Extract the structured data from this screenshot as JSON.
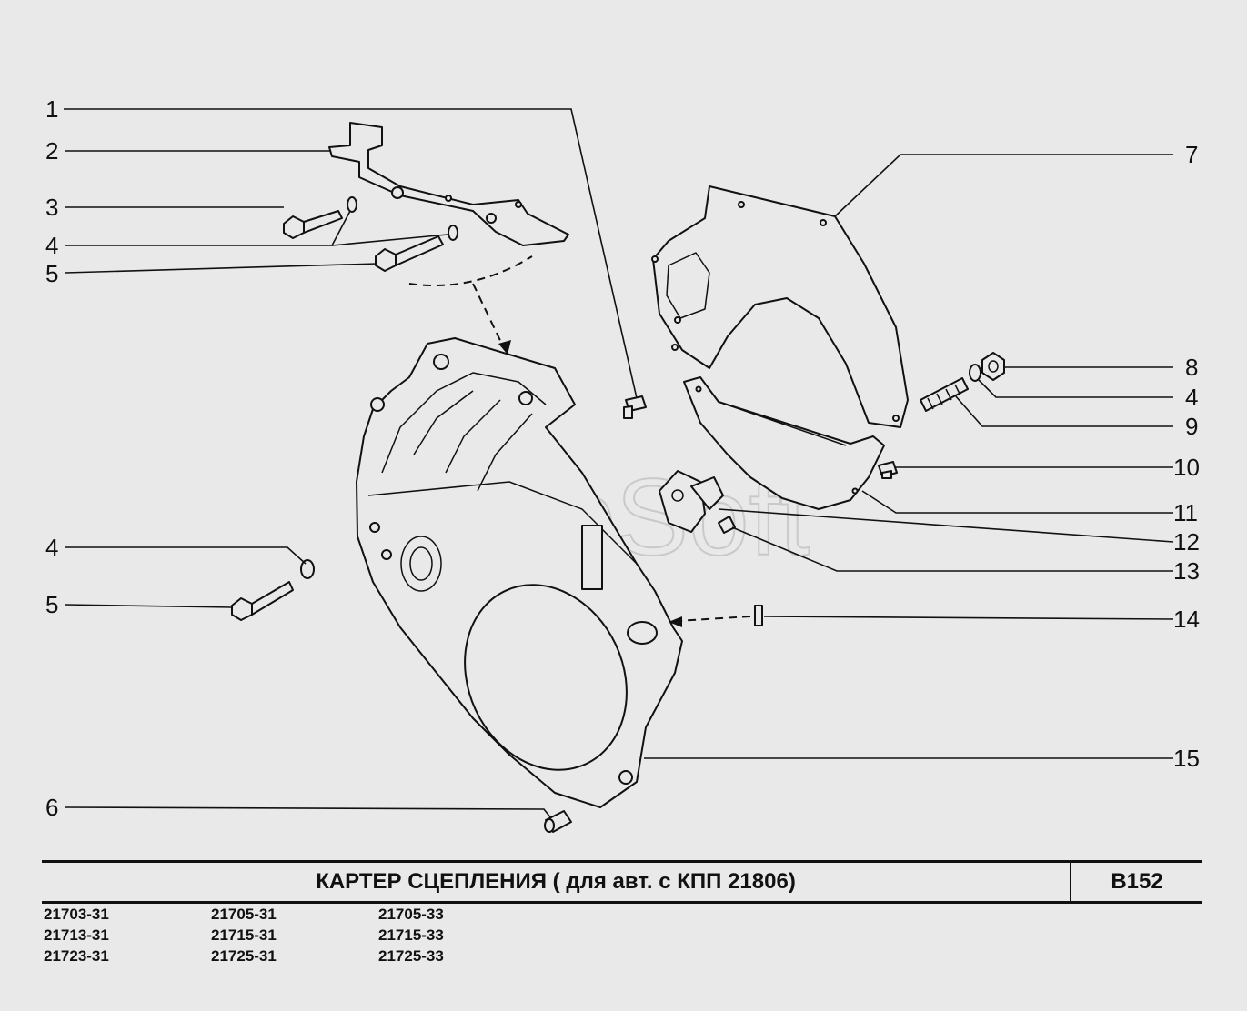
{
  "watermark": "AutoSoft",
  "callouts_left": [
    "1",
    "2",
    "3",
    "4",
    "5",
    "4",
    "5",
    "6"
  ],
  "callouts_right": [
    "7",
    "8",
    "4",
    "9",
    "10",
    "11",
    "12",
    "13",
    "14",
    "15"
  ],
  "title": {
    "name": "КАРТЕР   СЦЕПЛЕНИЯ   ( для авт. с КПП 21806)",
    "code": "B152"
  },
  "models": [
    "21703-31",
    "21705-31",
    "21705-33",
    "21713-31",
    "21715-31",
    "21715-33",
    "21723-31",
    "21725-31",
    "21725-33"
  ]
}
